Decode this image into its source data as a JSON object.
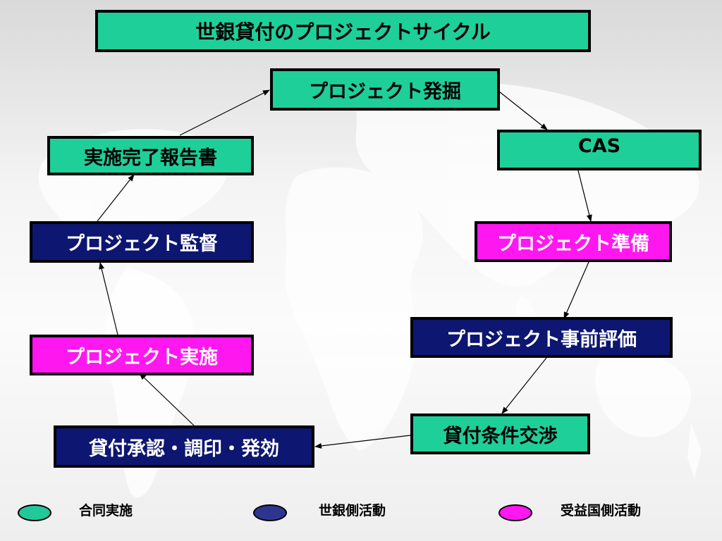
{
  "title": "世銀貸付のプロジェクトサイクル",
  "nodes": {
    "discovery": "プロジェクト発掘",
    "cas": "CAS",
    "preparation": "プロジェクト準備",
    "appraisal": "プロジェクト事前評価",
    "negotiation": "貸付条件交渉",
    "approval": "貸付承認・調印・発効",
    "implementation": "プロジェクト実施",
    "supervision": "プロジェクト監督",
    "completion_report": "実施完了報告書"
  },
  "legend": {
    "joint": "合同実施",
    "world_bank": "世銀側活動",
    "borrower": "受益国側活動"
  },
  "colors": {
    "green": "#1ecf9a",
    "navy": "#0d1670",
    "magenta": "#ff17f0",
    "legend_green": "#22c79a",
    "legend_navy": "#2e3590",
    "legend_magenta": "#ff17f0"
  }
}
